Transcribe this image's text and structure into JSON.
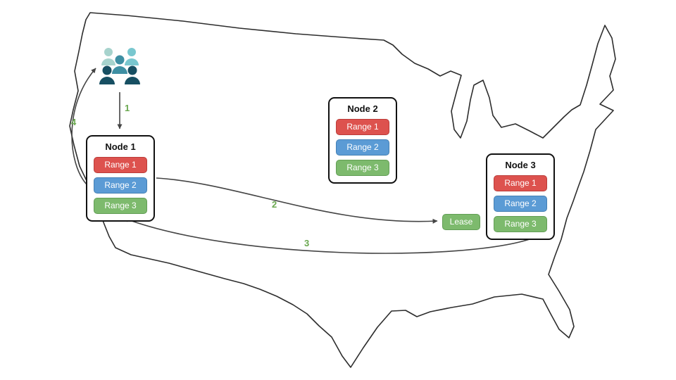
{
  "nodes": [
    {
      "title": "Node 1",
      "ranges": [
        "Range 1",
        "Range 2",
        "Range 3"
      ]
    },
    {
      "title": "Node 2",
      "ranges": [
        "Range 1",
        "Range 2",
        "Range 3"
      ]
    },
    {
      "title": "Node 3",
      "ranges": [
        "Range 1",
        "Range 2",
        "Range 3"
      ]
    }
  ],
  "lease_label": "Lease",
  "arrows": [
    {
      "label": "1"
    },
    {
      "label": "2"
    },
    {
      "label": "3"
    },
    {
      "label": "4"
    }
  ],
  "icons": {
    "users": "users-group-icon"
  },
  "colors": {
    "range1": "#dd524e",
    "range2": "#5b9bd5",
    "range3": "#7dba6d",
    "lease": "#7dba6d",
    "arrow_label": "#6aa84f",
    "arrow_line": "#444444",
    "map_outline": "#2d2d2d",
    "users_light": "#a7d3cd",
    "users_teal": "#79c7cf",
    "users_medium": "#3e8fa3",
    "users_dark": "#174f62"
  }
}
